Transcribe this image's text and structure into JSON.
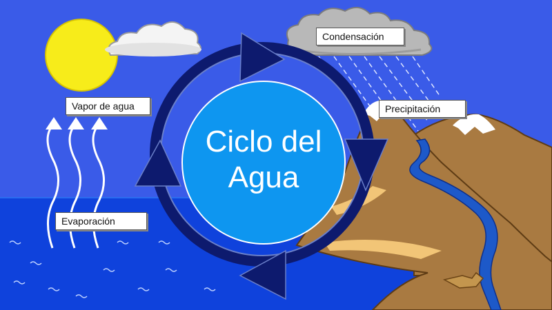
{
  "title": {
    "line1": "Ciclo del",
    "line2": "Agua"
  },
  "stages": {
    "condensation": "Condensación",
    "precipitation": "Precipitación",
    "evaporation": "Evaporación",
    "water_vapor": "Vapor de agua"
  },
  "colors": {
    "sky": "#3a5be8",
    "sea": "#0f42dc",
    "sun": "#f7ec1a",
    "circle": "#0e96f0",
    "ring": "#0d1a6e",
    "mountain": "#a97a41",
    "beach": "#f2c577",
    "river": "#1d59c9"
  }
}
